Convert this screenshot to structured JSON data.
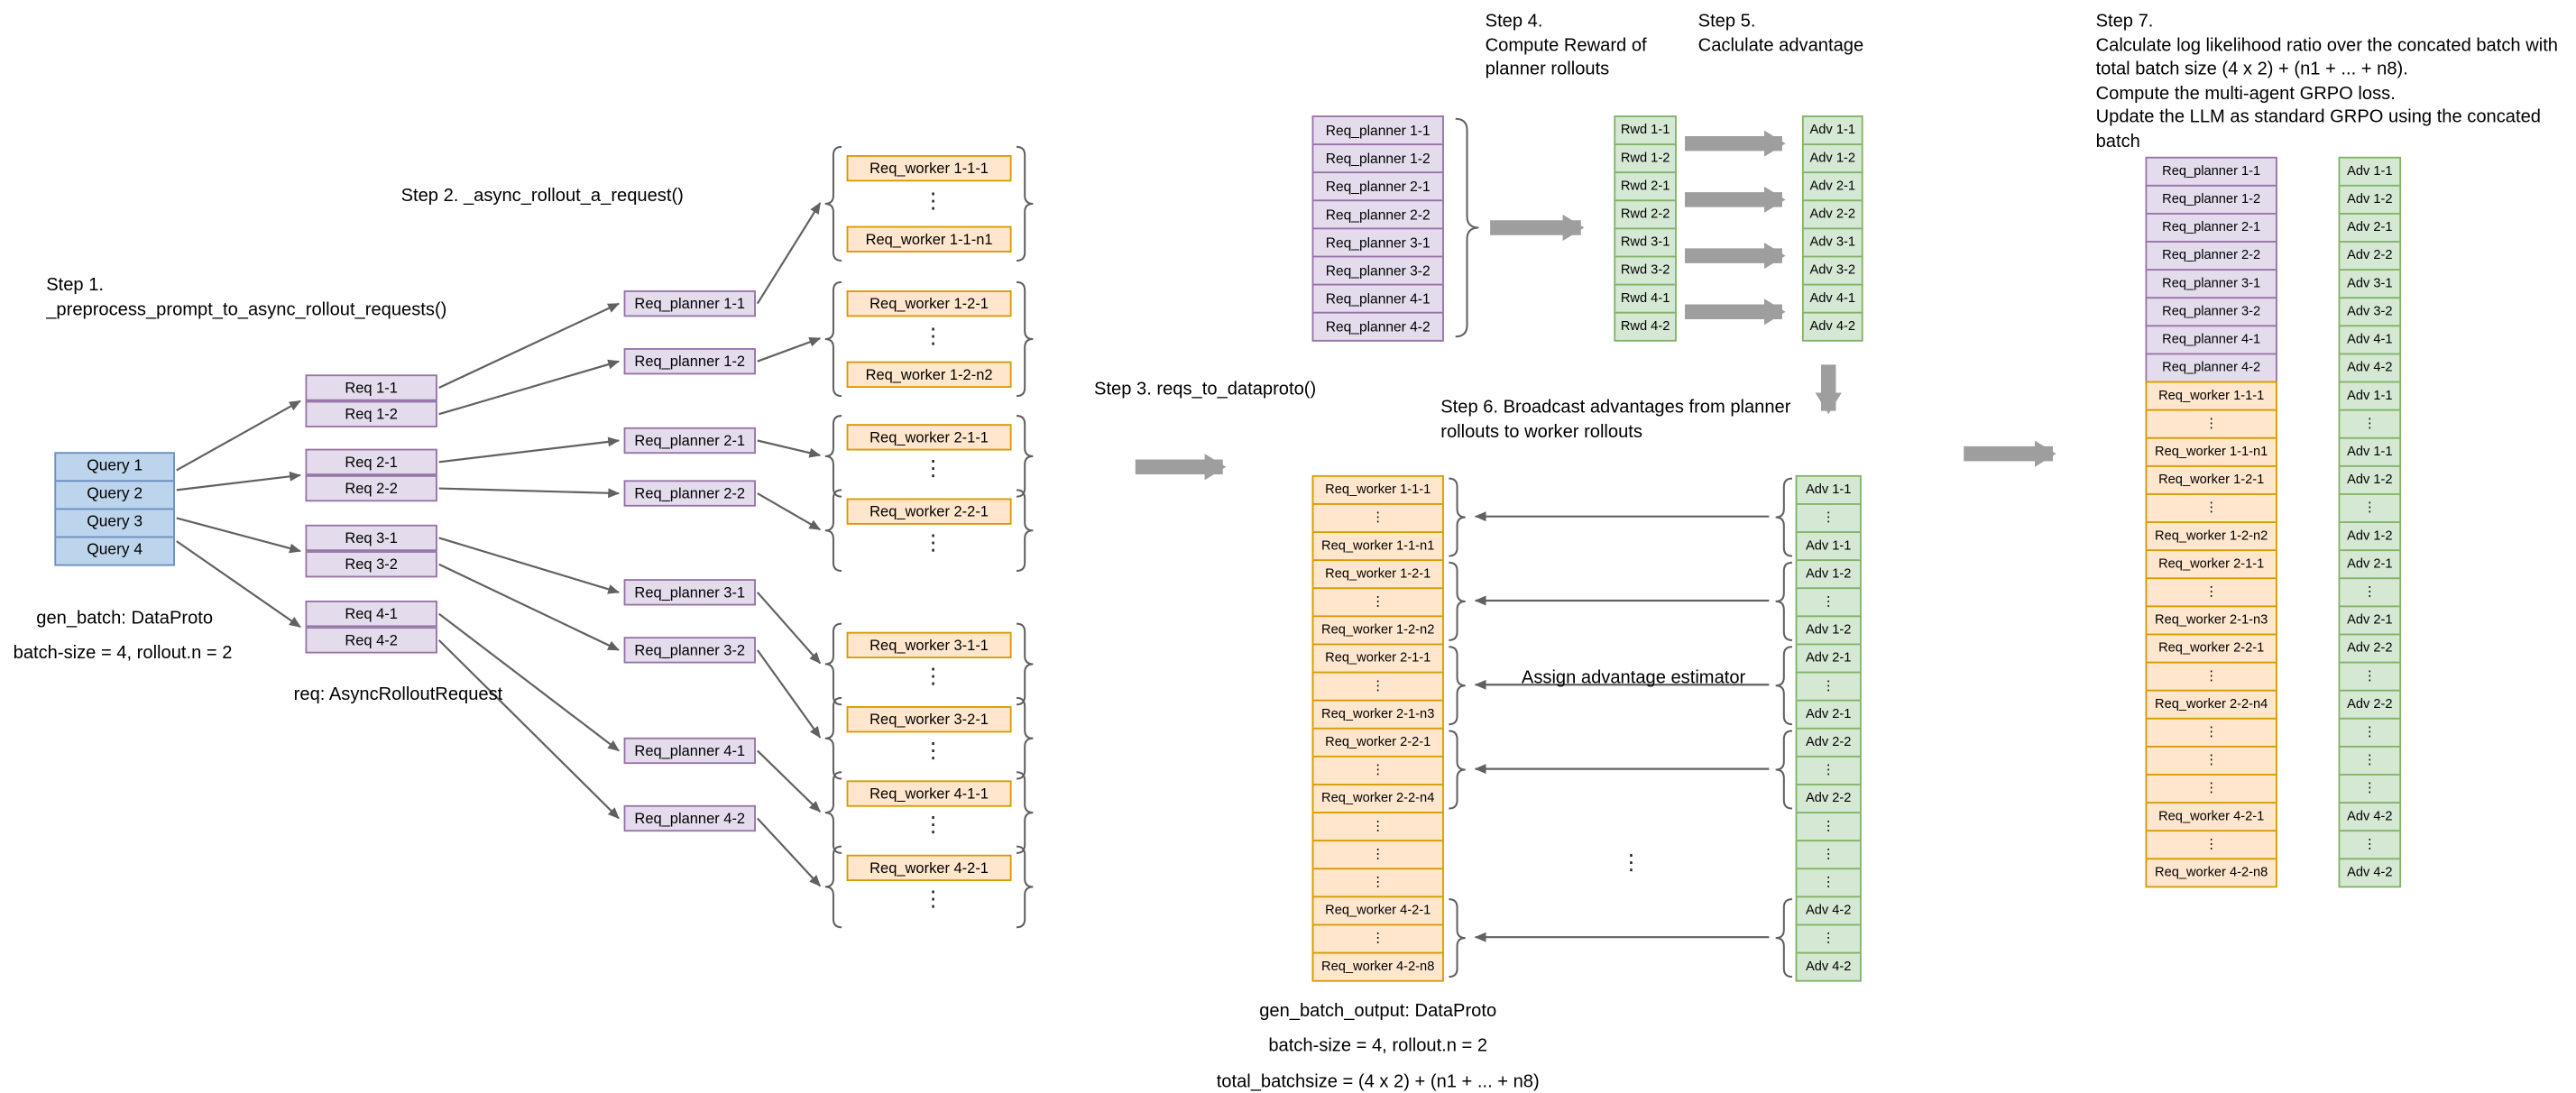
{
  "steps": {
    "step1": "Step 1.\n_preprocess_prompt_to_async_rollout_requests()",
    "step2": "Step 2. _async_rollout_a_request()",
    "step3": "Step 3. reqs_to_dataproto()",
    "step4": "Step 4.\nCompute Reward of\nplanner rollouts",
    "step5": "Step 5.\nCaclulate advantage",
    "step6": "Step 6. Broadcast advantages from planner\nrollouts to worker rollouts",
    "step7": "Step 7.\nCalculate log likelihood ratio over the concated batch with\ntotal batch size (4 x 2) + (n1 + ... + n8).\nCompute the multi-agent GRPO loss.\nUpdate the LLM as standard GRPO using the concated batch"
  },
  "annotations": {
    "gen_batch": "gen_batch: DataProto",
    "batch_size_left": "batch-size = 4, rollout.n = 2",
    "req_type": "req: AsyncRolloutRequest",
    "assign_estimator": "Assign advantage estimator",
    "gen_batch_output": "gen_batch_output: DataProto",
    "batch_size_bottom": "batch-size = 4, rollout.n = 2",
    "total_batchsize": "total_batchsize = (4 x 2) + (n1 + ... + n8)"
  },
  "colors": {
    "query_fill": "#bcd4ec",
    "query_border": "#6c8ebf",
    "req_fill": "#e4dcec",
    "req_border": "#9673a6",
    "worker_fill": "#ffe6cc",
    "worker_border": "#d79b00",
    "reward_fill": "#d5e8d4",
    "reward_border": "#82b366",
    "arrow": "#616161",
    "thick_arrow": "#9e9e9e"
  },
  "left": {
    "queries": [
      "Query 1",
      "Query 2",
      "Query 3",
      "Query 4"
    ],
    "reqs": [
      "Req 1-1",
      "Req 1-2",
      "Req 2-1",
      "Req 2-2",
      "Req 3-1",
      "Req 3-2",
      "Req 4-1",
      "Req 4-2"
    ],
    "planners": [
      "Req_planner 1-1",
      "Req_planner 1-2",
      "Req_planner 2-1",
      "Req_planner 2-2",
      "Req_planner 3-1",
      "Req_planner 3-2",
      "Req_planner 4-1",
      "Req_planner 4-2"
    ],
    "worker_groups": [
      {
        "boxes": [
          "Req_worker 1-1-1",
          "Req_worker 1-1-n1"
        ]
      },
      {
        "boxes": [
          "Req_worker 1-2-1",
          "Req_worker 1-2-n2"
        ]
      },
      {
        "boxes": [
          "Req_worker 2-1-1"
        ]
      },
      {
        "boxes": [
          "Req_worker 2-2-1"
        ]
      },
      {
        "boxes": [
          "Req_worker 3-1-1"
        ]
      },
      {
        "boxes": [
          "Req_worker 3-2-1"
        ]
      },
      {
        "boxes": [
          "Req_worker 4-1-1"
        ]
      },
      {
        "boxes": [
          "Req_worker 4-2-1"
        ]
      }
    ]
  },
  "middle_top": {
    "planner_rows": [
      "Req_planner 1-1",
      "Req_planner 1-2",
      "Req_planner 2-1",
      "Req_planner 2-2",
      "Req_planner 3-1",
      "Req_planner 3-2",
      "Req_planner 4-1",
      "Req_planner 4-2"
    ],
    "rwd_rows": [
      "Rwd 1-1",
      "Rwd 1-2",
      "Rwd 2-1",
      "Rwd 2-2",
      "Rwd 3-1",
      "Rwd 3-2",
      "Rwd 4-1",
      "Rwd 4-2"
    ],
    "adv_rows": [
      "Adv 1-1",
      "Adv 1-2",
      "Adv 2-1",
      "Adv 2-2",
      "Adv 3-1",
      "Adv 3-2",
      "Adv 4-1",
      "Adv 4-2"
    ]
  },
  "middle_bottom": {
    "worker_rows": [
      "Req_worker 1-1-1",
      "⋮",
      "Req_worker 1-1-n1",
      "Req_worker 1-2-1",
      "⋮",
      "Req_worker 1-2-n2",
      "Req_worker 2-1-1",
      "⋮",
      "Req_worker 2-1-n3",
      "Req_worker 2-2-1",
      "⋮",
      "Req_worker 2-2-n4",
      "⋮",
      "⋮",
      "⋮",
      "Req_worker 4-2-1",
      "⋮",
      "Req_worker 4-2-n8"
    ],
    "adv_rows": [
      "Adv 1-1",
      "⋮",
      "Adv 1-1",
      "Adv 1-2",
      "⋮",
      "Adv 1-2",
      "Adv 2-1",
      "⋮",
      "Adv 2-1",
      "Adv 2-2",
      "⋮",
      "Adv 2-2",
      "⋮",
      "⋮",
      "⋮",
      "Adv 4-2",
      "⋮",
      "Adv 4-2"
    ]
  },
  "right": {
    "planner_rows": [
      "Req_planner 1-1",
      "Req_planner 1-2",
      "Req_planner 2-1",
      "Req_planner 2-2",
      "Req_planner 3-1",
      "Req_planner 3-2",
      "Req_planner 4-1",
      "Req_planner 4-2"
    ],
    "worker_rows": [
      "Req_worker 1-1-1",
      "⋮",
      "Req_worker 1-1-n1",
      "Req_worker 1-2-1",
      "⋮",
      "Req_worker 1-2-n2",
      "Req_worker 2-1-1",
      "⋮",
      "Req_worker 2-1-n3",
      "Req_worker 2-2-1",
      "⋮",
      "Req_worker 2-2-n4",
      "⋮",
      "⋮",
      "⋮",
      "Req_worker 4-2-1",
      "⋮",
      "Req_worker 4-2-n8"
    ],
    "adv_rows": [
      "Adv 1-1",
      "Adv 1-2",
      "Adv 2-1",
      "Adv 2-2",
      "Adv 3-1",
      "Adv 3-2",
      "Adv 4-1",
      "Adv 4-2",
      "Adv 1-1",
      "⋮",
      "Adv 1-1",
      "Adv 1-2",
      "⋮",
      "Adv 1-2",
      "Adv 2-1",
      "⋮",
      "Adv 2-1",
      "Adv 2-2",
      "⋮",
      "Adv 2-2",
      "⋮",
      "⋮",
      "⋮",
      "Adv 4-2",
      "⋮",
      "Adv 4-2"
    ]
  }
}
